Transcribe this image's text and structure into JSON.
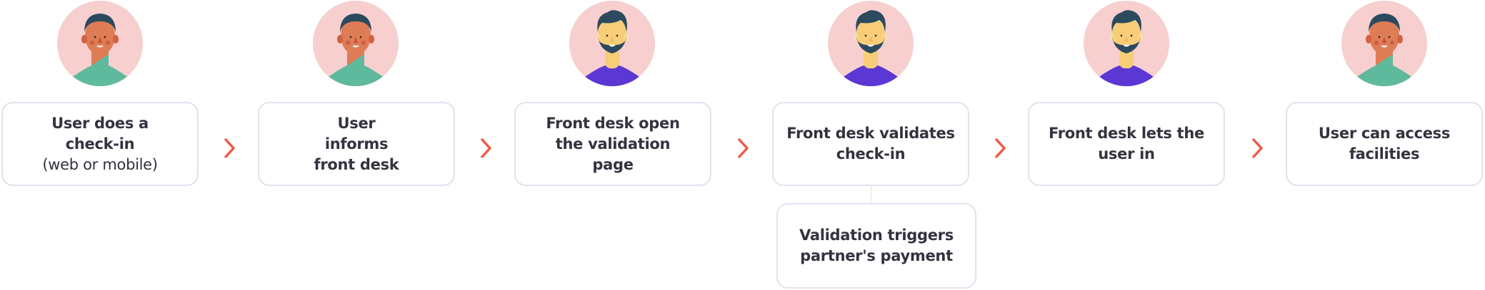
{
  "colors": {
    "arrow": "#ef5a45",
    "avatar_bg": "#f7cfcf",
    "user_shirt": "#5fb99c",
    "user_skin": "#de7d55",
    "desk_shirt": "#5b37d4",
    "desk_skin": "#f7cd77",
    "hair": "#2b4a5e"
  },
  "steps": [
    {
      "actor": "user",
      "lines": [
        "User does a",
        "check-in"
      ],
      "sub": "(web or mobile)"
    },
    {
      "actor": "user",
      "lines": [
        "User",
        "informs",
        "front desk"
      ]
    },
    {
      "actor": "front-desk",
      "lines": [
        "Front desk open",
        "the validation",
        "page"
      ]
    },
    {
      "actor": "front-desk",
      "lines": [
        "Front desk validates",
        "check-in"
      ]
    },
    {
      "actor": "front-desk",
      "lines": [
        "Front desk lets the",
        "user in"
      ]
    },
    {
      "actor": "user",
      "lines": [
        "User can access",
        "facilities"
      ]
    }
  ],
  "branch": {
    "lines": [
      "Validation triggers",
      "partner's payment"
    ]
  }
}
